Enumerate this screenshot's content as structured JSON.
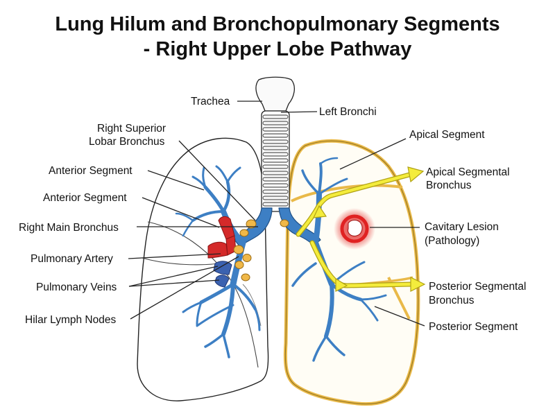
{
  "title": {
    "line1": "Lung Hilum and Bronchopulmonary Segments",
    "line2": "- Right Upper Lobe Pathway"
  },
  "labels": {
    "trachea": "Trachea",
    "left_bronchi": "Left Bronchi",
    "right_superior_lobar_1": "Right Superior",
    "right_superior_lobar_2": "Lobar Bronchus",
    "anterior_segment_1": "Anterior Segment",
    "anterior_segment_2": "Anterior Segment",
    "right_main_bronchus": "Right Main Bronchus",
    "pulmonary_artery": "Pulmonary Artery",
    "pulmonary_veins": "Pulmonary Veins",
    "hilar_lymph_nodes": "Hilar Lymph Nodes",
    "apical_segment": "Apical Segment",
    "apical_segmental_bronchus_1": "Apical Segmental",
    "apical_segmental_bronchus_2": "Bronchus",
    "cavitary_lesion_1": "Cavitary Lesion",
    "cavitary_lesion_2": "(Pathology)",
    "posterior_segmental_bronchus_1": "Posterior Segmental",
    "posterior_segmental_bronchus_2": "Bronchus",
    "posterior_segment": "Posterior Segment"
  },
  "colors": {
    "bronchus": "#3d7fc4",
    "bronchus_outline": "#1e4f86",
    "lobe_highlight": "#e9b949",
    "lobe_fill": "#fffdf5",
    "arrow": "#f4ec3c",
    "arrow_outline": "#b0a214",
    "artery": "#d42a2a",
    "vein": "#3b62b0",
    "lymph_node": "#f0b848",
    "lesion": "#e02222"
  }
}
